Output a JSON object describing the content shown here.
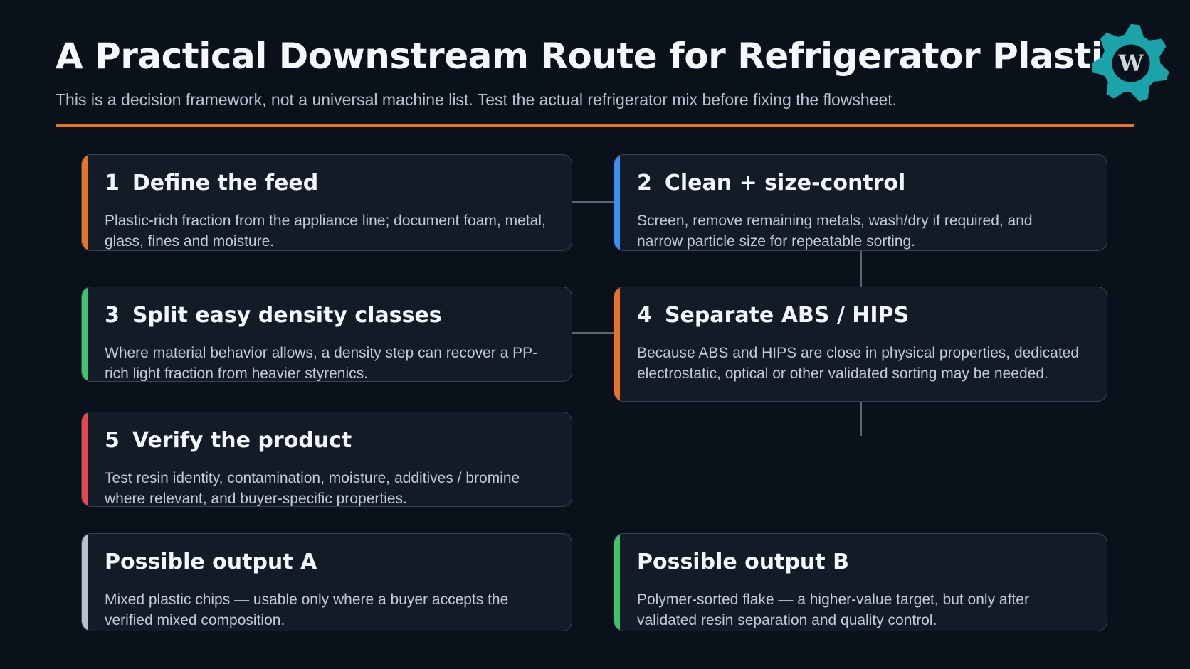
{
  "header": {
    "title": "A Practical Downstream Route for Refrigerator Plastics",
    "subtitle": "This is a decision framework, not a universal machine list. Test the actual refrigerator mix before fixing the flowsheet.",
    "rule_color": "#e87524"
  },
  "logo": {
    "icon": "gear-logo-icon",
    "color": "#1aa3a8"
  },
  "steps": [
    {
      "number": "1",
      "title": "Define the feed",
      "body": "Plastic-rich fraction from the appliance line; document foam, metal, glass, fines and moisture.",
      "accent": "#e87524"
    },
    {
      "number": "2",
      "title": "Clean + size-control",
      "body": "Screen, remove remaining metals, wash/dry if required, and narrow particle size for repeatable sorting.",
      "accent": "#3b8ff0"
    },
    {
      "number": "3",
      "title": "Split easy density classes",
      "body": "Where material behavior allows, a density step can recover a PP-rich light fraction from heavier styrenics.",
      "accent": "#3ec46d"
    },
    {
      "number": "4",
      "title": "Separate ABS / HIPS",
      "body": "Because ABS and HIPS are close in physical properties, dedicated electrostatic, optical or other validated sorting may be needed.",
      "accent": "#e87524"
    },
    {
      "number": "5",
      "title": "Verify the product",
      "body": "Test resin identity, contamination, moisture, additives / bromine where relevant, and buyer-specific properties.",
      "accent": "#e5484d"
    }
  ],
  "outputs": [
    {
      "title": "Possible output A",
      "body": "Mixed plastic chips — usable only where a buyer accepts the verified mixed composition.",
      "accent": "#b8c0ca"
    },
    {
      "title": "Possible output B",
      "body": "Polymer-sorted flake — a higher-value target, but only after validated resin separation and quality control.",
      "accent": "#3ec46d"
    }
  ]
}
